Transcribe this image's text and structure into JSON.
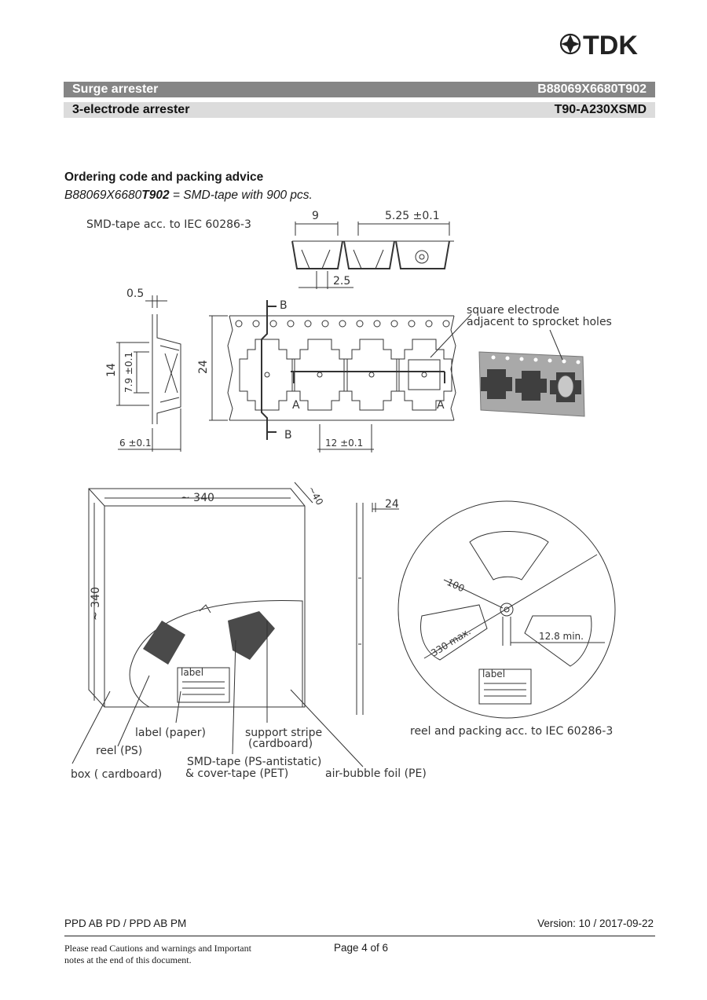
{
  "header": {
    "brand": "TDK",
    "row1_left": "Surge arrester",
    "row1_right": "B88069X6680T902",
    "row2_left": "3-electrode arrester",
    "row2_right": "T90-A230XSMD"
  },
  "section": {
    "heading": "Ordering code and packing advice",
    "code_prefix": "B88069X6680",
    "code_bold": "T902",
    "code_suffix": " = SMD-tape with 900 pcs."
  },
  "drawing": {
    "tape_title": "SMD-tape acc. to IEC 60286-3",
    "dim_9": "9",
    "dim_525": "5.25 ±0.1",
    "dim_25": "2.5",
    "dim_05": "0.5",
    "dim_14": "14",
    "dim_79": "7.9 ±0.1",
    "dim_6": "6 ±0.1",
    "dim_24": "24",
    "dim_12": "12 ±0.1",
    "label_B_top": "B",
    "label_B_bottom": "B",
    "label_A_left": "A",
    "label_A_right": "A",
    "electrode_note_1": "square electrode",
    "electrode_note_2": "adjacent to sprocket holes",
    "box_dim_340w": "~ 340",
    "box_dim_40": "~40",
    "box_dim_340h": "~ 340",
    "reel_width_24": "24",
    "reel_dim_100": "100",
    "reel_dim_330": "330 max.",
    "reel_dim_128": "12.8 min.",
    "label_small": "label",
    "label_small_reel": "label",
    "reel_standard": "reel and packing acc. to IEC 60286-3",
    "call_label_paper": "label (paper)",
    "call_support_1": "support stripe",
    "call_support_2": "(cardboard)",
    "call_reel_ps": "reel (PS)",
    "call_smd_1": "SMD-tape (PS-antistatic)",
    "call_smd_2": "& cover-tape (PET)",
    "call_box": "box ( cardboard)",
    "call_bubble": "air-bubble foil (PE)"
  },
  "footer": {
    "left": "PPD AB PD / PPD AB PM",
    "right": "Version: 10 / 2017-09-22",
    "note": "Please read Cautions and warnings and Important notes at the end of this document.",
    "page": "Page 4 of 6"
  }
}
